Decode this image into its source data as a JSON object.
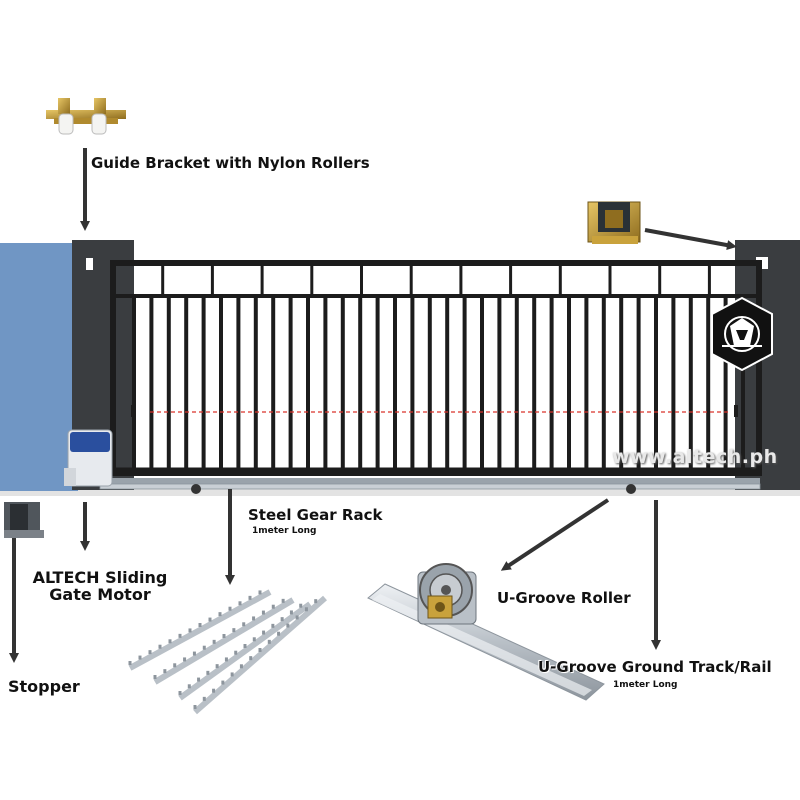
{
  "labels": {
    "guide_bracket": "Guide Bracket with Nylon Rollers",
    "steel_gear_rack": "Steel Gear Rack",
    "steel_gear_rack_note": "1meter Long",
    "motor_line1": "ALTECH Sliding",
    "motor_line2": "Gate Motor",
    "stopper": "Stopper",
    "u_groove_roller": "U-Groove Roller",
    "ground_track": "U-Groove Ground Track/Rail",
    "ground_track_note": "1meter Long"
  },
  "watermark": "www.altech.ph",
  "colors": {
    "gate_frame": "#1c1c1c",
    "post": "#3a3d40",
    "wall": "#7096c4",
    "rail_line": "#d9332b",
    "arrow": "#333333",
    "galvanized": "#c7ccd1",
    "brass": "#c9a23c"
  },
  "icons": [
    "altech-logo-icon"
  ]
}
